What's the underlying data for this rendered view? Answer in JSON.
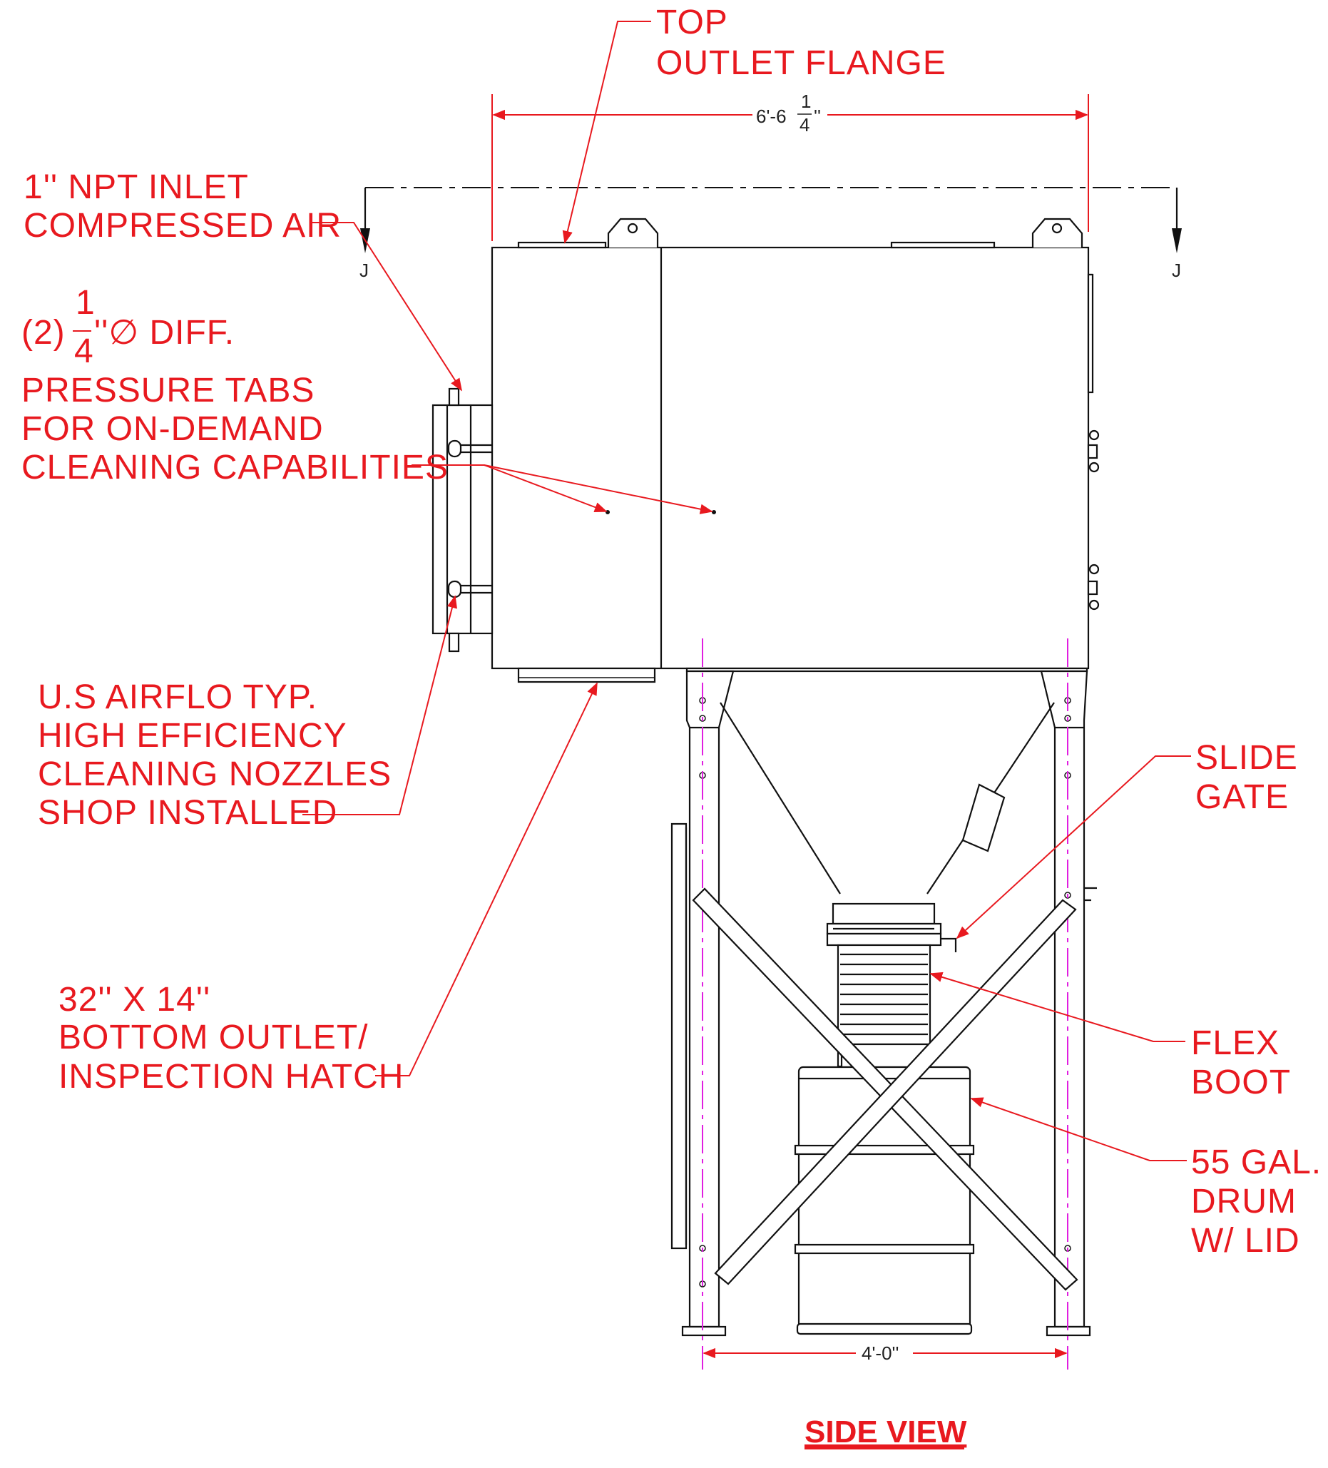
{
  "view_title": "SIDE VIEW",
  "dimensions": {
    "overall_width": "6'-6",
    "overall_width_frac_num": "1",
    "overall_width_frac_den": "4",
    "overall_width_inch": "''",
    "leg_spacing": "4'-0''"
  },
  "section_marker": "J",
  "callouts": {
    "top_outlet_flange": [
      "TOP",
      "OUTLET FLANGE"
    ],
    "compressed_air": [
      "1'' NPT INLET",
      "COMPRESSED AIR"
    ],
    "pressure_tabs_prefix": "(2)",
    "pressure_tabs_frac_num": "1",
    "pressure_tabs_frac_den": "4",
    "pressure_tabs_suffix": "''∅ DIFF.",
    "pressure_tabs": [
      "PRESSURE TABS",
      "FOR ON-DEMAND",
      "CLEANING CAPABILITIES"
    ],
    "nozzles": [
      "U.S AIRFLO TYP.",
      "HIGH EFFICIENCY",
      "CLEANING NOZZLES",
      "SHOP INSTALLED"
    ],
    "bottom_outlet": [
      "32'' X 14''",
      "BOTTOM OUTLET/",
      "INSPECTION HATCH"
    ],
    "slide_gate": [
      "SLIDE",
      "GATE"
    ],
    "flex_boot": [
      "FLEX",
      "BOOT"
    ],
    "drum": [
      "55 GAL.",
      "DRUM",
      "W/ LID"
    ]
  },
  "colors": {
    "callout": "#e8191f",
    "linework": "#111111",
    "centerline": "#e01fe0"
  }
}
